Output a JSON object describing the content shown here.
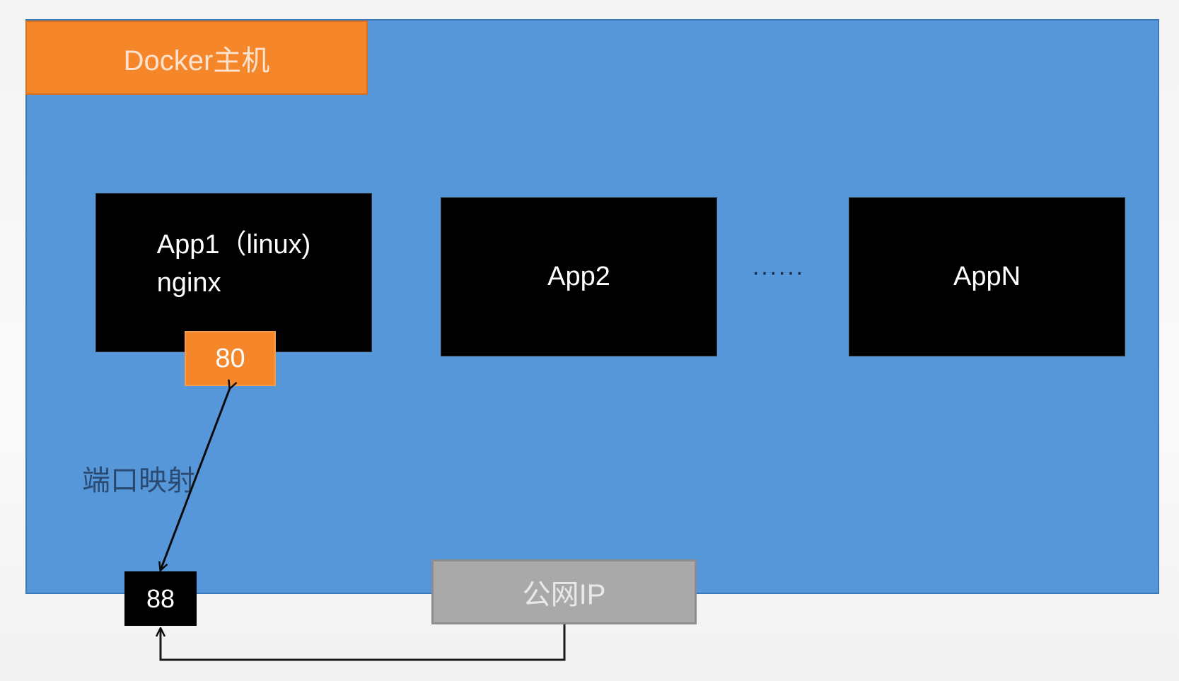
{
  "host": {
    "label": "Docker主机"
  },
  "apps": [
    {
      "line1": "App1（linux)",
      "line2": "nginx"
    },
    {
      "line1": "App2"
    },
    {
      "line1": "AppN"
    }
  ],
  "ellipsis": "······",
  "ports": {
    "container": "80",
    "host": "88"
  },
  "mapping_label": "端口映射",
  "public_ip": "公网IP",
  "colors": {
    "host_bg": "#5597d8",
    "accent_orange": "#f5862a",
    "app_bg": "#000000",
    "public_ip_bg": "#a9a9a9"
  }
}
